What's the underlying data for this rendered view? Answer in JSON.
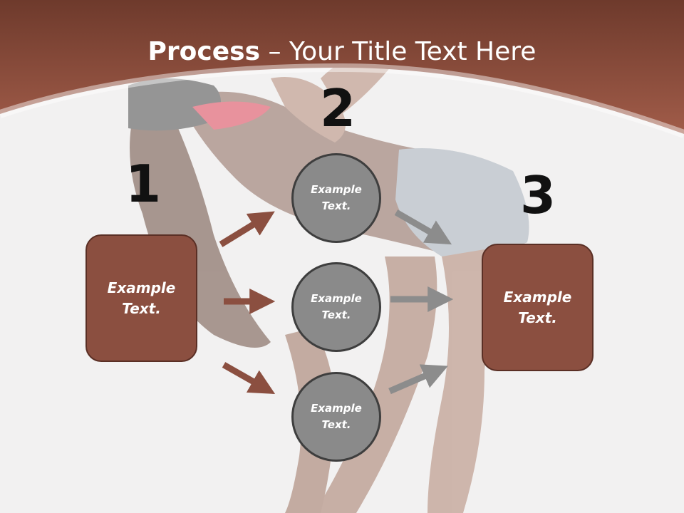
{
  "title": {
    "strong": "Process",
    "rest": " – Your Title Text Here"
  },
  "steps": {
    "one": "1",
    "two": "2",
    "three": "3"
  },
  "left_box": {
    "text": "Example\nText."
  },
  "right_box": {
    "text": "Example\nText."
  },
  "circles": [
    {
      "text": "Example\nText."
    },
    {
      "text": "Example\nText."
    },
    {
      "text": "Example\nText."
    }
  ],
  "colors": {
    "accent": "#8b4f40",
    "header": "#7a4233",
    "circle": "#8a8a8a",
    "gray_arrow": "#8c8c8c"
  }
}
